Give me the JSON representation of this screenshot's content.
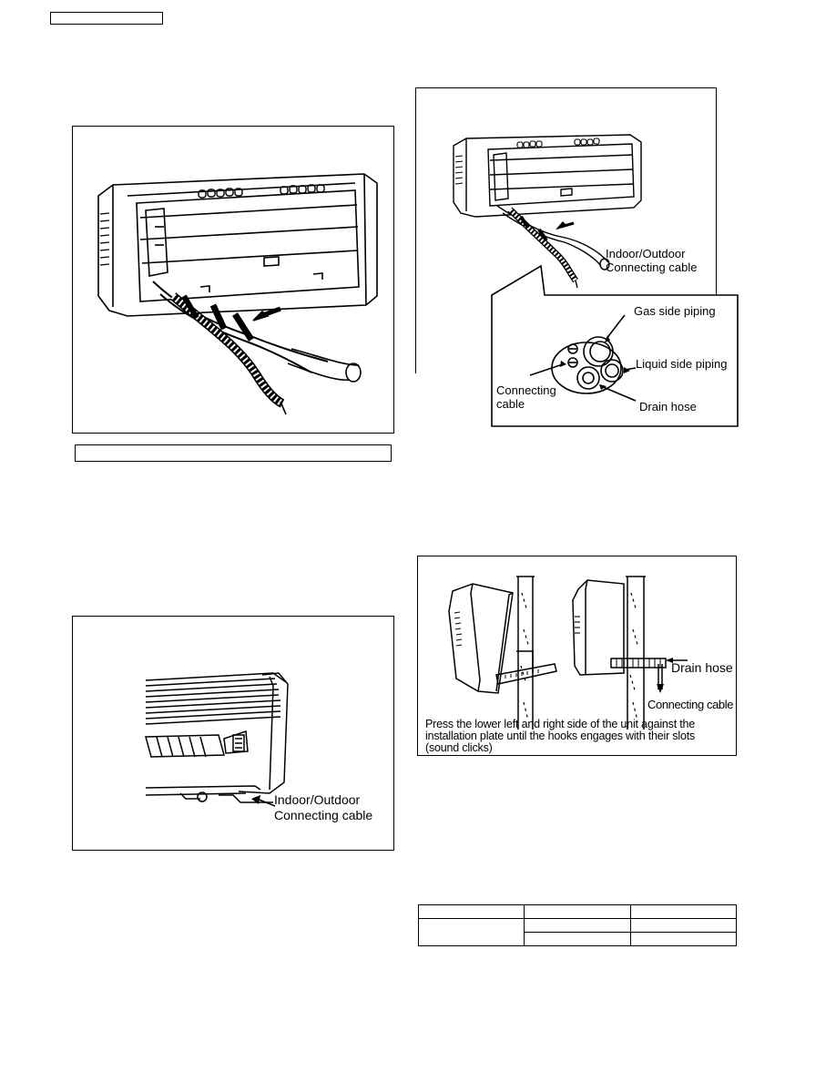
{
  "page": {
    "header_box_text": "",
    "caption_bar_text": ""
  },
  "fig_top_right": {
    "label_cable": "Indoor/Outdoor\nConnecting cable",
    "label_cable_l1": "Indoor/Outdoor",
    "label_cable_l2": "Connecting cable",
    "inset_gas": "Gas side piping",
    "inset_liquid": "Liquid side piping",
    "inset_connecting_l1": "Connecting",
    "inset_connecting_l2": "cable",
    "inset_drain": "Drain hose"
  },
  "fig_bottom_left": {
    "label_l1": "Indoor/Outdoor",
    "label_l2": "Connecting cable"
  },
  "fig_mid_right": {
    "drain_hose": "Drain hose",
    "connecting_cable": "Connecting cable",
    "instruction_l1": "Press the lower left and right side of the unit against the",
    "instruction_l2": "installation plate until the hooks engages with their slots",
    "instruction_l3": "(sound clicks)"
  },
  "spec_table": {
    "rows": [
      [
        "",
        "",
        ""
      ],
      [
        "",
        "",
        ""
      ],
      [
        "",
        ""
      ]
    ]
  }
}
